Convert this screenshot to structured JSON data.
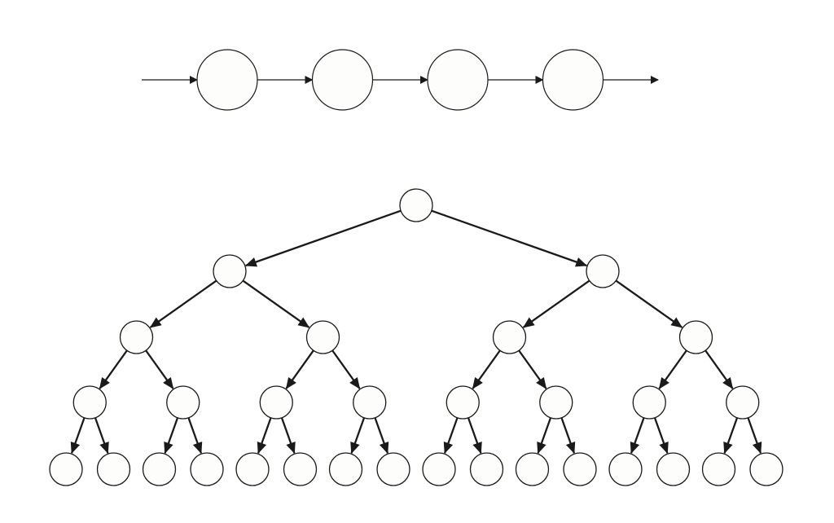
{
  "diagram": {
    "chain": {
      "node_count": 4,
      "has_input_arrow": true,
      "has_output_arrow": true
    },
    "tree": {
      "type": "complete-binary-tree",
      "depth": 5,
      "levels": [
        1,
        2,
        4,
        8,
        16
      ],
      "edges_directed": "parent-to-child"
    },
    "colors": {
      "node_fill": "#fdfdfb",
      "stroke": "#1a1a1a",
      "background": "#ffffff"
    }
  }
}
